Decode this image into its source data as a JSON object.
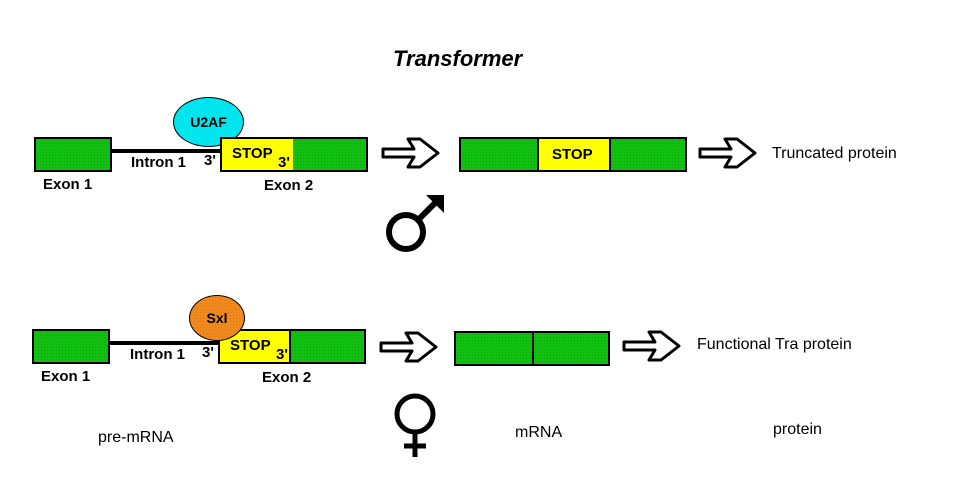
{
  "title": "Transformer",
  "colors": {
    "exon_green": "#12c012",
    "stop_yellow": "#ffff00",
    "u2af_cyan": "#00e5ee",
    "sxl_orange": "#f08a1e"
  },
  "male_row": {
    "sex_symbol": "male-symbol",
    "pre_mrna": {
      "exon1_label": "Exon 1",
      "intron_label": "Intron 1",
      "splice_site_label": "3'",
      "stop_label": "STOP",
      "stop_3prime_label": "3'",
      "exon2_label": "Exon 2",
      "bound_factor": "U2AF"
    },
    "mrna": {
      "stop_label": "STOP"
    },
    "protein_label": "Truncated protein"
  },
  "female_row": {
    "sex_symbol": "female-symbol",
    "pre_mrna": {
      "exon1_label": "Exon 1",
      "intron_label": "Intron 1",
      "splice_site_label": "3'",
      "stop_label": "STOP",
      "stop_3prime_label": "3'",
      "exon2_label": "Exon 2",
      "bound_factor": "Sxl"
    },
    "protein_label": "Functional Tra protein"
  },
  "column_labels": {
    "pre_mrna": "pre-mRNA",
    "mrna": "mRNA",
    "protein": "protein"
  }
}
